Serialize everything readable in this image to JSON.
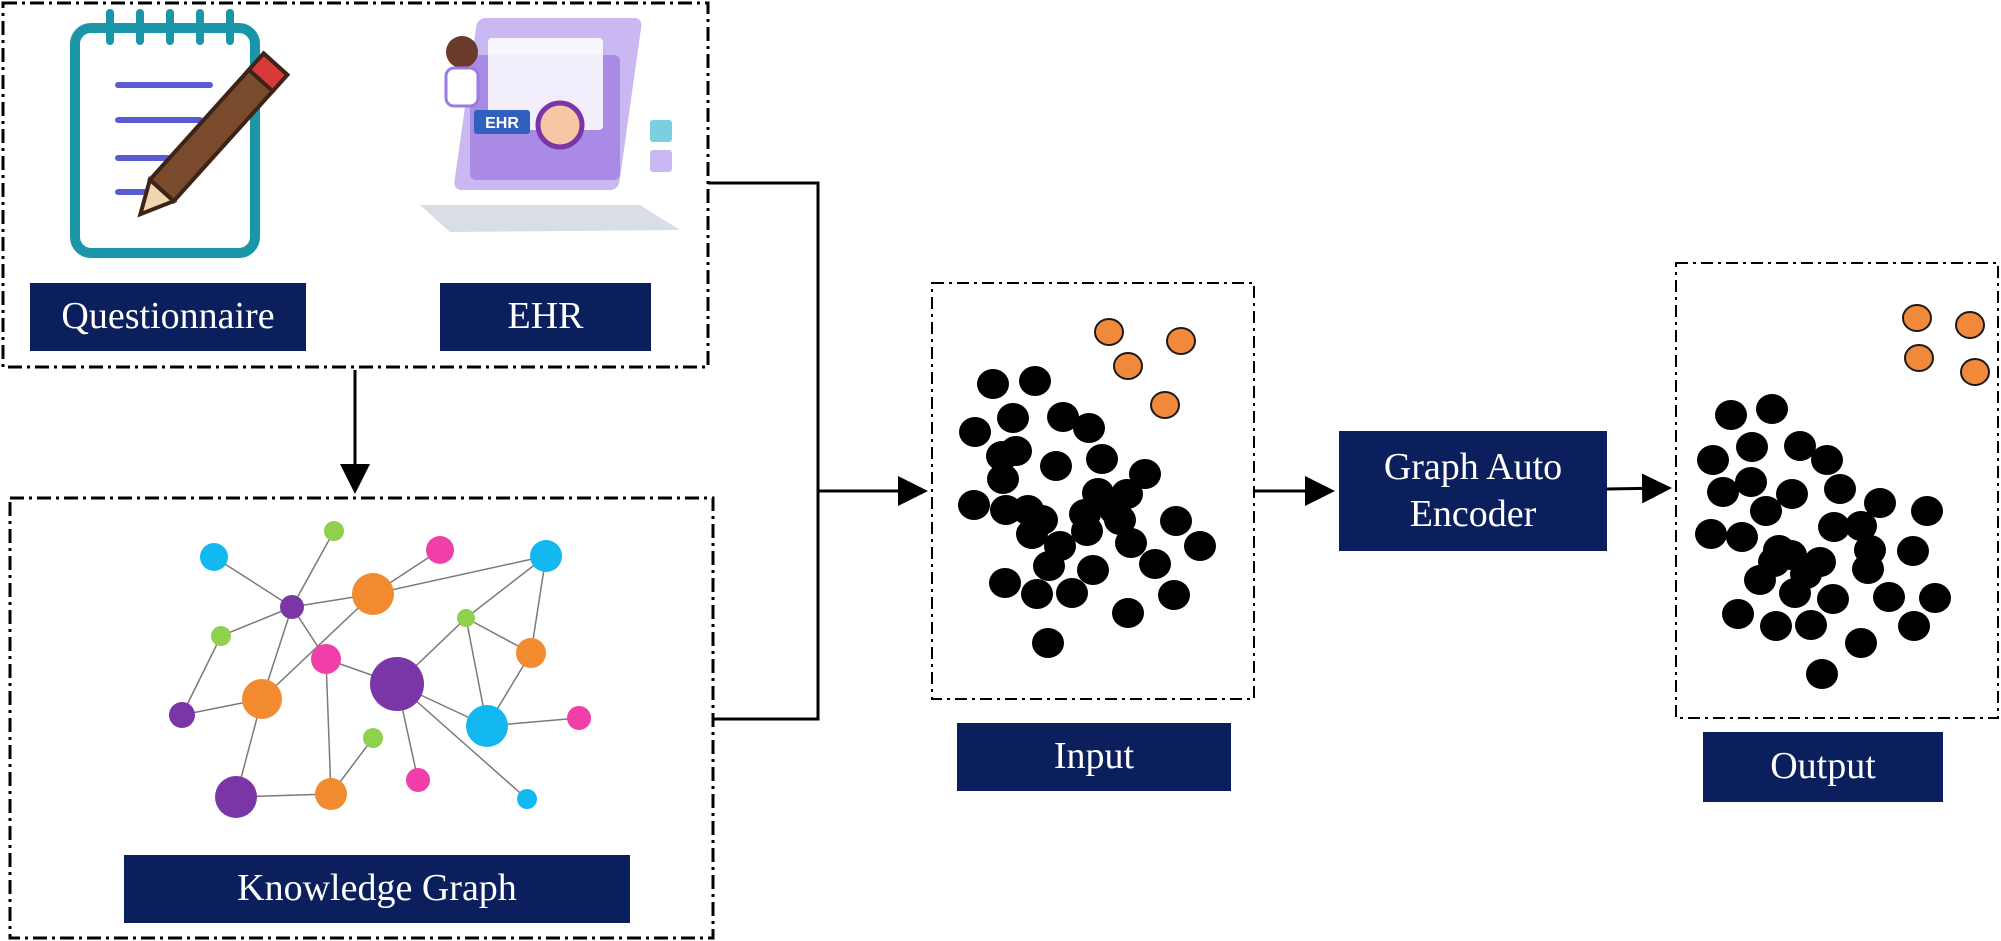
{
  "labels": {
    "questionnaire": "Questionnaire",
    "ehr": "EHR",
    "ehr_screen": "EHR",
    "knowledge_graph": "Knowledge Graph",
    "input": "Input",
    "output": "Output",
    "graph_auto_encoder": "Graph Auto Encoder"
  },
  "colors": {
    "label_bg": "#0b1f5c",
    "orange_node": "#f08a3a",
    "black_node": "#000000",
    "kg_cyan": "#14b8f0",
    "kg_pink": "#f03fa8",
    "kg_green": "#8fd14f",
    "kg_purple": "#7a35a6",
    "kg_orange": "#f28a30",
    "notepad_teal": "#1a96a8",
    "laptop_purple": "#9b7be0"
  },
  "icons": [
    "questionnaire-notepad-icon",
    "ehr-laptop-icon"
  ]
}
